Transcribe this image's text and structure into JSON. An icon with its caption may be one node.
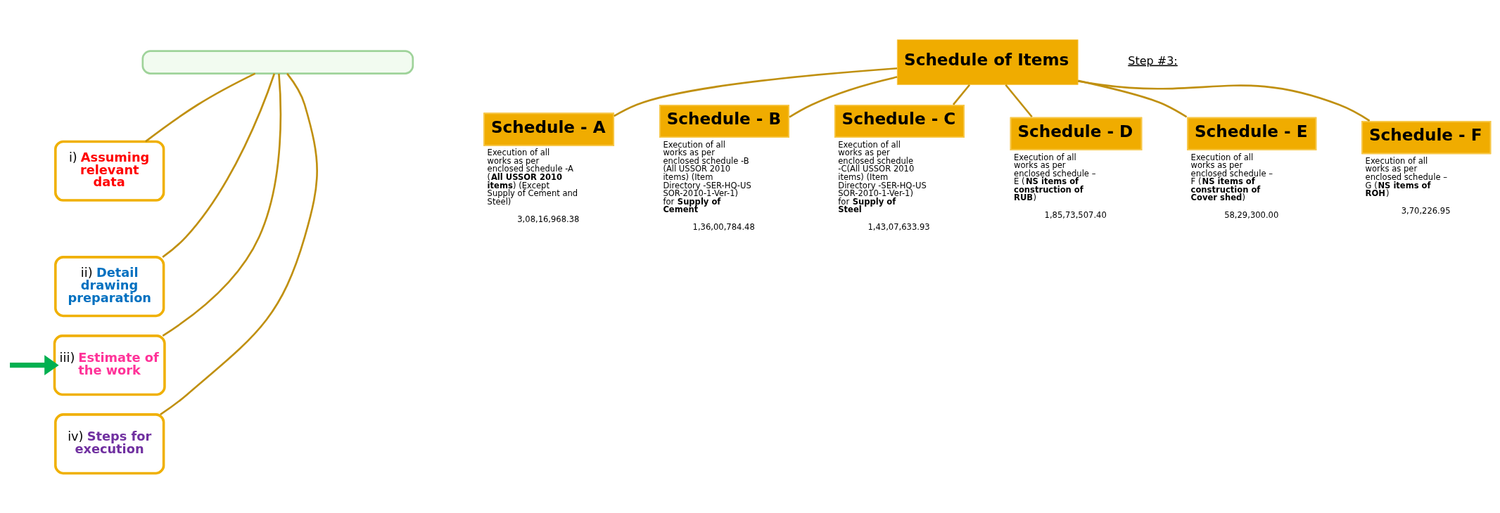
{
  "diagram": {
    "nodes": [
      {
        "text": [],
        "shape": "box"
      },
      {
        "text": [
          "i) Assuming relevant data"
        ]
      },
      {
        "text": [
          "ii) Detail drawing preparation"
        ]
      },
      {
        "text": [
          "iii) Estimate of the work"
        ]
      },
      {
        "text": [
          "iv) Steps for execution"
        ]
      },
      {
        "text": [
          "Schedule of Items"
        ]
      },
      {
        "text": [
          "Schedule - A"
        ],
        "beside": [
          "Execution of all works as per enclosed schedule -A (**All USSOR 2010 items**) (Except Supply of Cement and Steel)",
          "3,08,16,968.38"
        ]
      },
      {
        "text": [
          "Schedule - B"
        ],
        "beside": [
          "Execution of all works as per enclosed schedule -B (All USSOR 2010 items) (Item Directory -SER-HQ-USSOR-2010-1-Ver-1) for **Supply of Cement**",
          "1,36,00,784.48"
        ]
      },
      {
        "text": [
          "Schedule - C"
        ],
        "beside": [
          "Execution of all works as per enclosed schedule -C(All USSOR 2010 items) (Item Directory -SER-HQ-USSOR-2010-1-Ver-1) for **Supply of Steel**",
          "1,43,07,633.93"
        ]
      },
      {
        "text": [
          "Schedule - D"
        ],
        "beside": [
          "Execution of all works as per enclosed schedule – E (**NS items of construction of RUB**)",
          "1,85,73,507.40"
        ]
      },
      {
        "text": [
          "Schedule - E"
        ],
        "beside": [
          "Execution of all works as per enclosed schedule – F (**NS items of construction of Cover shed**)",
          "58,29,300.00"
        ]
      },
      {
        "text": [
          "Schedule - F"
        ],
        "beside": [
          "Execution of all works as per enclosed schedule – G (**NS items of ROH**)",
          "3,70,226.95"
        ]
      }
    ],
    "edges": [
      {
        "from": 0,
        "to": 1,
        "arrow": "none"
      },
      {
        "from": 0,
        "to": 2,
        "arrow": "none"
      },
      {
        "from": 0,
        "to": 3,
        "arrow": "none"
      },
      {
        "from": 0,
        "to": 4,
        "arrow": "none"
      },
      {
        "from": null,
        "to": 3,
        "arrow": "to",
        "style": "thick",
        "color": "#00b050"
      },
      {
        "from": 5,
        "to": 6,
        "arrow": "none"
      },
      {
        "from": 5,
        "to": 7,
        "arrow": "none"
      },
      {
        "from": 5,
        "to": 8,
        "arrow": "none"
      },
      {
        "from": 5,
        "to": 9,
        "arrow": "none"
      },
      {
        "from": 5,
        "to": 10,
        "arrow": "none"
      },
      {
        "from": 5,
        "to": 11,
        "arrow": "none"
      }
    ],
    "labels": [
      "Step #3:"
    ]
  }
}
